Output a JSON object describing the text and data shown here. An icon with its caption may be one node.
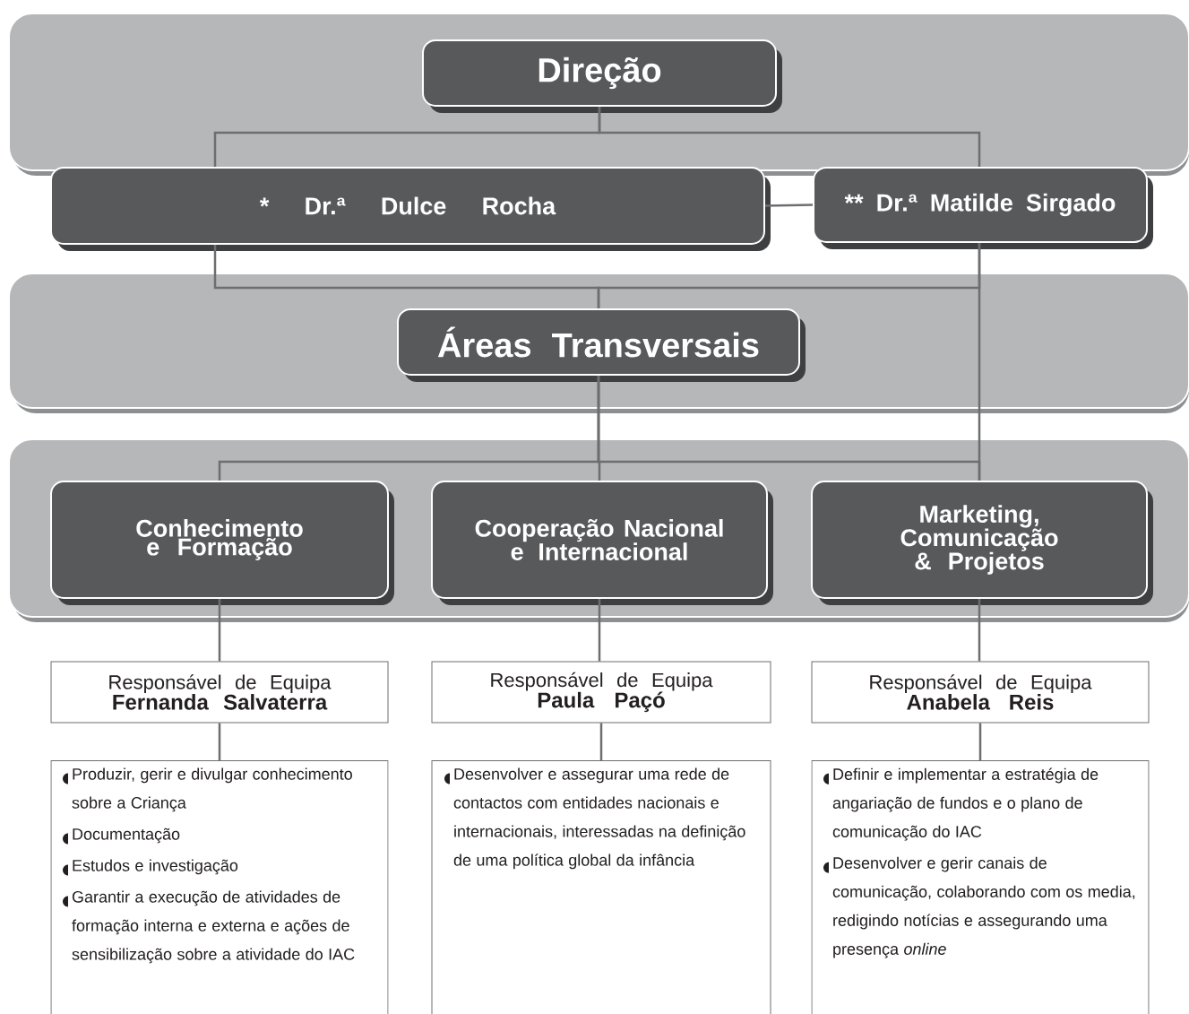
{
  "diagram": {
    "nodes": [
      {
        "text": [
          "Direção"
        ]
      },
      {
        "text": [
          "* Dr.ª Dulce Rocha"
        ]
      },
      {
        "text": [
          "** Dr.ª Matilde Sirgado"
        ]
      },
      {
        "text": [
          "Áreas Transversais"
        ]
      },
      {
        "text": [
          "Conhecimento e Formação"
        ]
      },
      {
        "text": [
          "Cooperação Nacional e Internacional"
        ]
      },
      {
        "text": [
          "Marketing, Comunicação & Projetos"
        ]
      },
      {
        "text": [
          "Responsável de Equipa",
          "Fernanda Salvaterra"
        ]
      },
      {
        "text": [
          "Responsável de Equipa",
          "Paula Paçó"
        ]
      },
      {
        "text": [
          "Responsável de Equipa",
          "Anabela Reis"
        ]
      },
      {
        "text": [
          "Produzir, gerir e divulgar conhecimento sobre a Criança",
          "Documentação",
          "Estudos e investigação",
          "Garantir a execução de atividades de formação interna e externa e ações de sensibilização sobre a atividade do IAC"
        ]
      },
      {
        "text": [
          "Desenvolver e assegurar uma rede de contactos com entidades nacionais e internacionais, interessadas na definição de uma política global da infância"
        ]
      },
      {
        "text": [
          "Definir e implementar a estratégia de angariação de fundos e o plano de comunicação do IAC",
          "Desenvolver e gerir canais de comunicação, colaborando com os media, redigindo notícias e assegurando uma presença *online*"
        ]
      }
    ],
    "edges": [
      {
        "from": 0,
        "to": 1,
        "arrow": "none"
      },
      {
        "from": 0,
        "to": 2,
        "arrow": "none"
      },
      {
        "from": 1,
        "to": 2,
        "arrow": "none"
      },
      {
        "from": 1,
        "to": 3,
        "arrow": "none"
      },
      {
        "from": 2,
        "to": 3,
        "arrow": "none"
      },
      {
        "from": 2,
        "to": 6,
        "arrow": "none"
      },
      {
        "from": 3,
        "to": 4,
        "arrow": "none"
      },
      {
        "from": 3,
        "to": 5,
        "arrow": "none"
      },
      {
        "from": 3,
        "to": 6,
        "arrow": "none"
      },
      {
        "from": 4,
        "to": 7,
        "arrow": "none"
      },
      {
        "from": 5,
        "to": 8,
        "arrow": "none"
      },
      {
        "from": 6,
        "to": 9,
        "arrow": "none"
      },
      {
        "from": 7,
        "to": 10,
        "arrow": "none"
      },
      {
        "from": 8,
        "to": 11,
        "arrow": "none"
      },
      {
        "from": 9,
        "to": 12,
        "arrow": "none"
      }
    ]
  }
}
